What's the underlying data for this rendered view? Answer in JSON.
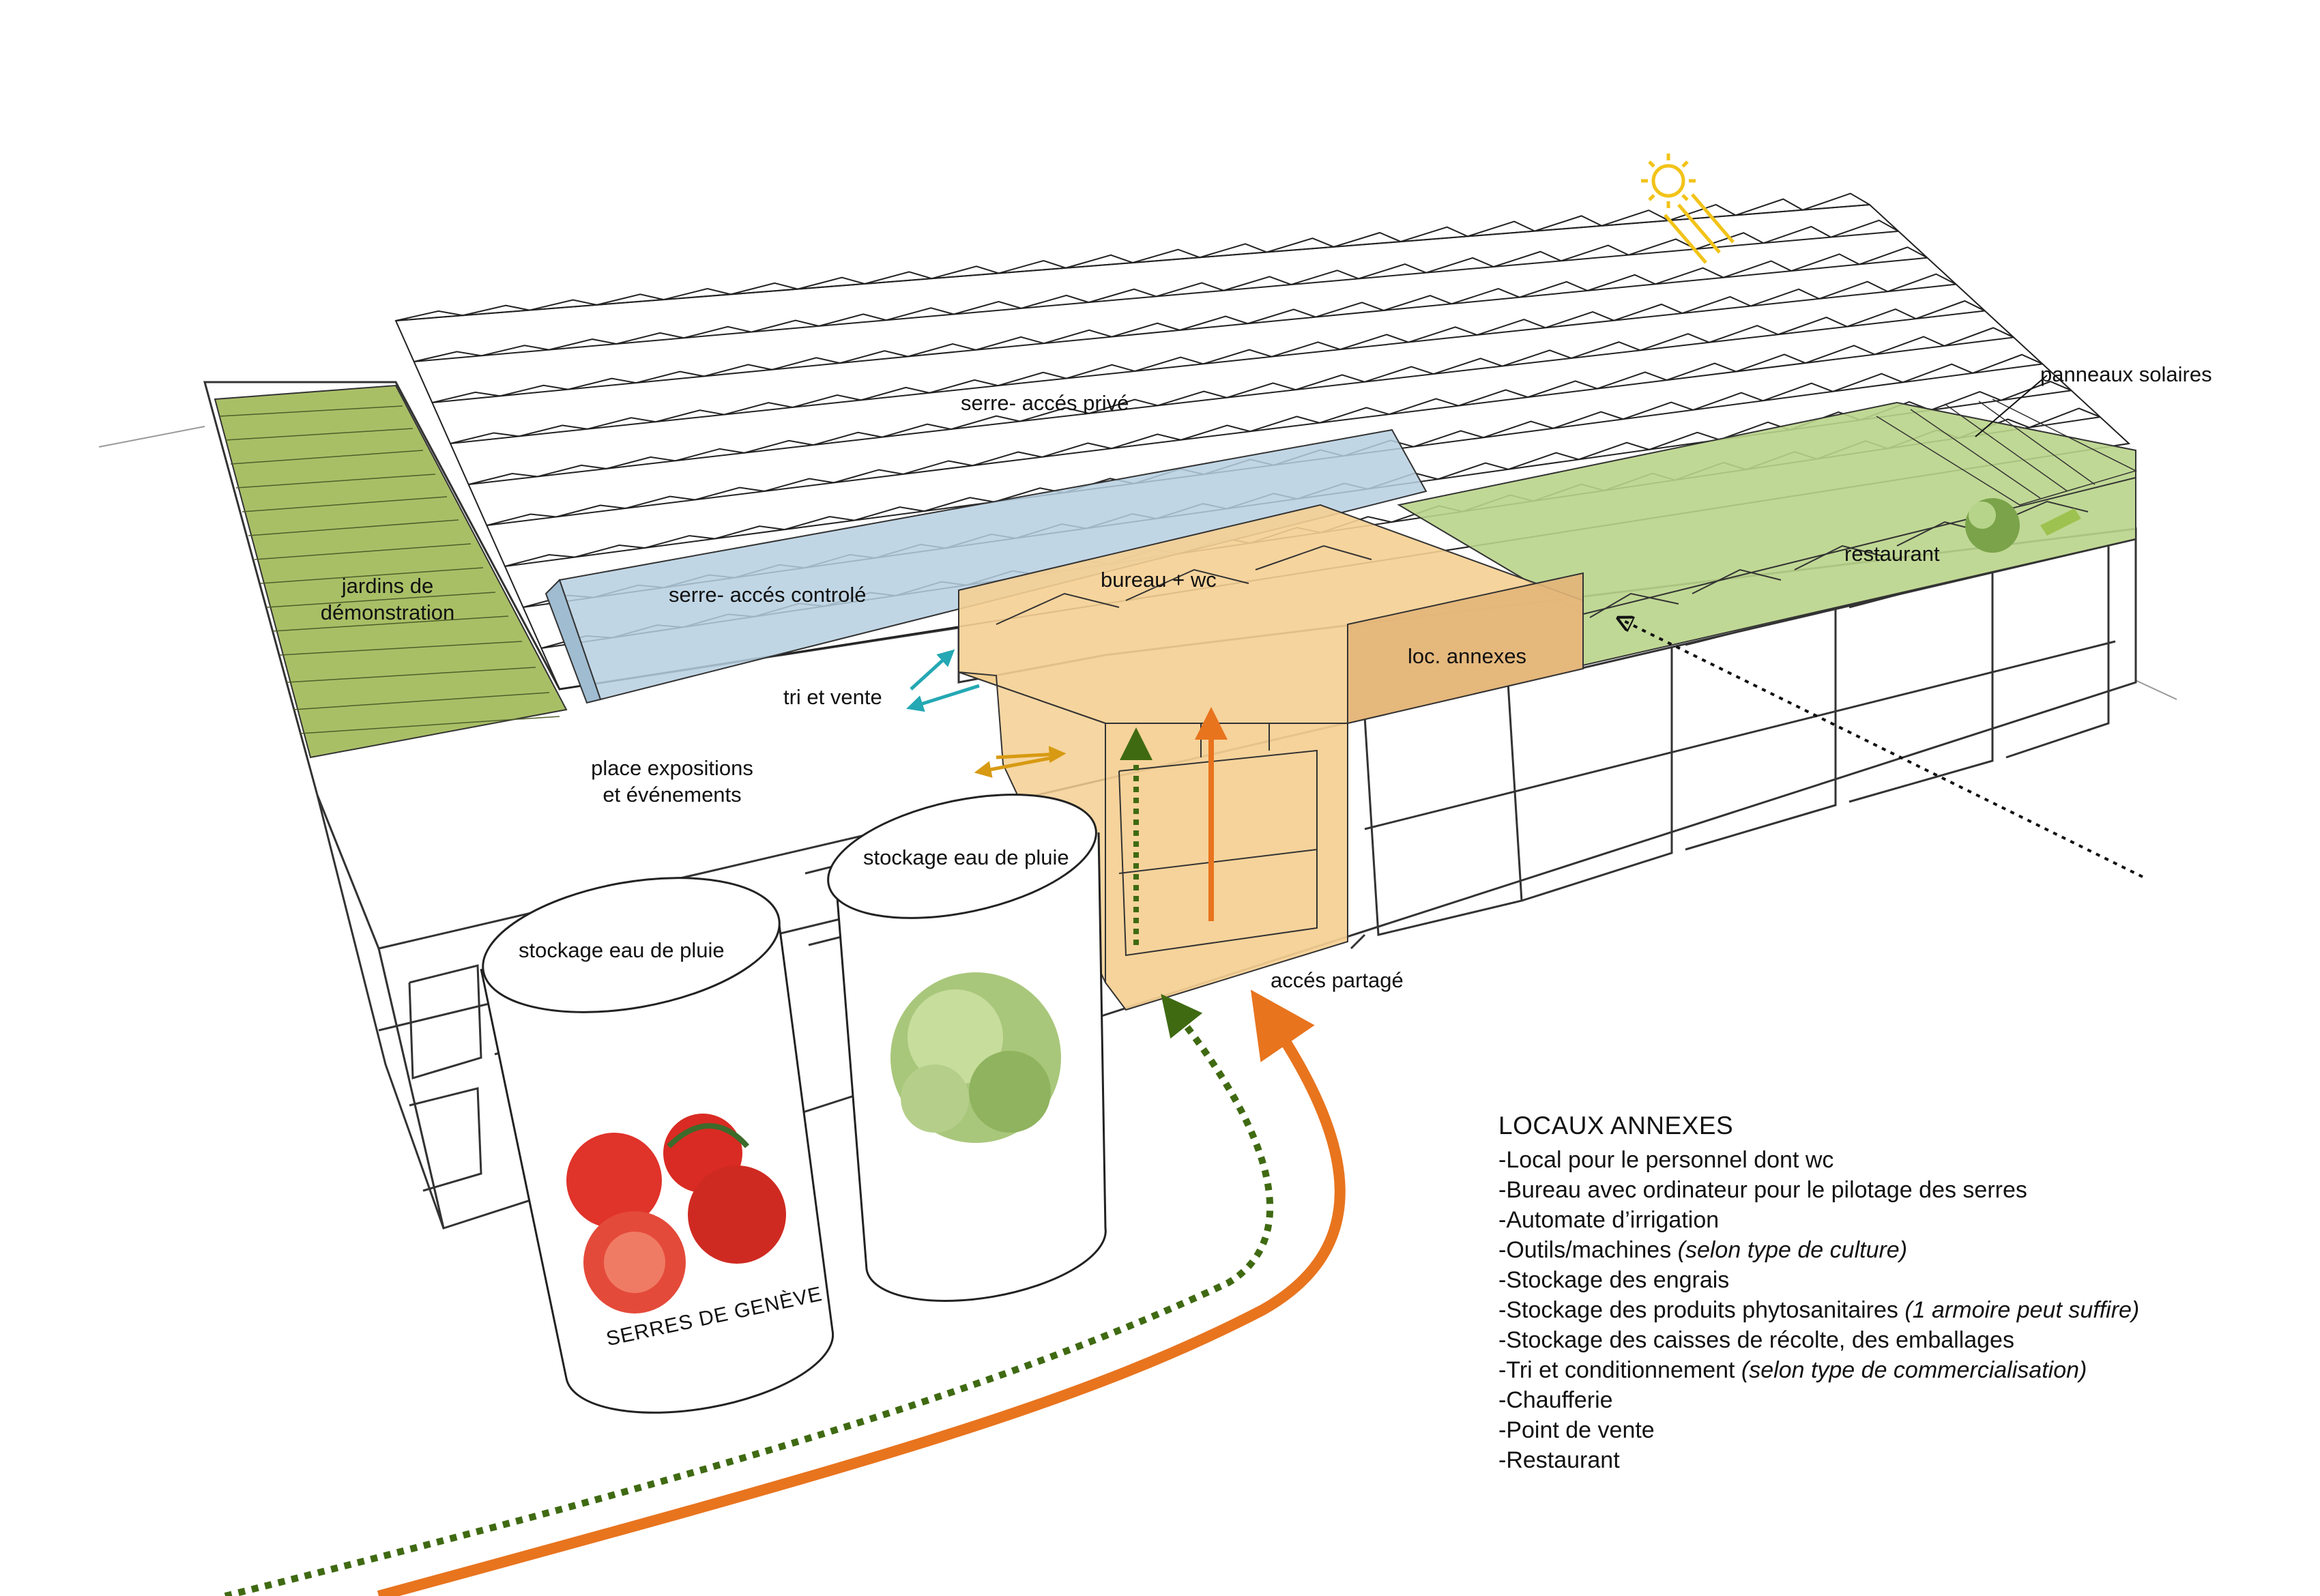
{
  "labels": {
    "serre_prive": "serre- accés privé",
    "serre_controle": "serre- accés controlé",
    "jardins": [
      "jardins de",
      "démonstration"
    ],
    "bureau": "bureau + wc",
    "loc_annexes": "loc. annexes",
    "restaurant": "restaurant",
    "panneaux": "panneaux solaires",
    "tri_vente": "tri et vente",
    "place": [
      "place expositions",
      "et événements"
    ],
    "stockage_left": "stockage eau de pluie",
    "stockage_right": "stockage eau de pluie",
    "acces_partage": "accés partagé",
    "brand": "SERRES DE GENÈVE"
  },
  "legend": {
    "title": "LOCAUX ANNEXES",
    "items": [
      {
        "text": "-Local pour le personnel dont wc",
        "note": ""
      },
      {
        "text": "-Bureau avec ordinateur pour le pilotage des serres",
        "note": ""
      },
      {
        "text": "-Automate d’irrigation",
        "note": ""
      },
      {
        "text": "-Outils/machines ",
        "note": "(selon type de culture)"
      },
      {
        "text": "-Stockage des engrais",
        "note": ""
      },
      {
        "text": "-Stockage des produits phytosanitaires ",
        "note": "(1 armoire peut suffire)"
      },
      {
        "text": "-Stockage des caisses de récolte, des emballages",
        "note": ""
      },
      {
        "text": "-Tri et conditionnement ",
        "note": "(selon type de commercialisation)"
      },
      {
        "text": "-Chaufferie",
        "note": ""
      },
      {
        "text": "-Point de vente",
        "note": ""
      },
      {
        "text": "-Restaurant",
        "note": ""
      }
    ]
  },
  "colors": {
    "garden_green": "#a9bf66",
    "green_zone": "#b9d48a",
    "controlled_blue": "#b6cfe0",
    "annex_orange": "#f5cf92",
    "annex_dark": "#e3b579",
    "orange_arrow": "#e8741e",
    "green_dotted": "#3f6a12",
    "teal_arrow": "#24a8b4",
    "gold_arrow": "#d79a12",
    "sun": "#f2c318"
  }
}
